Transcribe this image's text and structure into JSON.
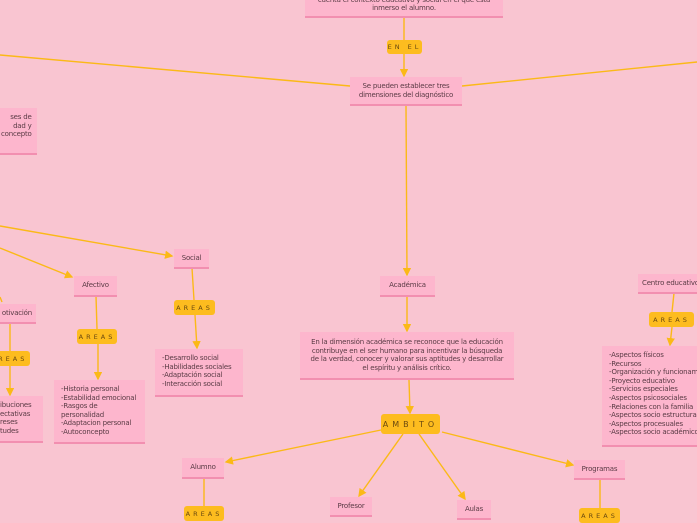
{
  "colors": {
    "background": "#f9c5d1",
    "node": "#fdb6cd",
    "label": "#fdbc1f",
    "connector": "#fbb917"
  },
  "nodes": {
    "top": "cuenta el contexto educativo y social en el que está inmerso el alumno.",
    "dimensions": "Se pueden establecer tres dimensiones del diagnóstico",
    "left_cut": "ses de\ndad y\nconcepto",
    "academica": "Académica",
    "academica_desc": "En la dimensión académica se reconoce que la educación contribuye en el ser humano para incentivar la búsqueda de la verdad, conocer y valorar sus aptitudes y desarrollar el espíritu y análisis crítico.",
    "alumno": "Alumno",
    "profesor": "Profesor",
    "aulas": "Aulas",
    "programas": "Programas",
    "centro": "Centro educativo",
    "centro_list": "-Aspectos físicos\n-Recursos\n-Organización y funcionamiento\n-Proyecto educativo\n-Servicios especiales\n-Aspectos psicosociales\n-Relaciones con la familia\n-Aspectos socio estructurales\n-Aspectos procesuales\n-Aspectos socio académicos",
    "social": "Social",
    "social_list": "-Desarrollo social\n-Habilidades sociales\n-Adaptación social\n-Interacción social",
    "afectivo": "Afectivo",
    "afectivo_list": "-Historia personal\n-Estabilidad emocional     -Rasgos de personalidad\n-Adaptacion personal\n-Autoconcepto",
    "motivacion": "otivación",
    "motivacion_list": "ibuciones\nectativas\nreses\ntudes"
  },
  "labels": {
    "enel": "EN EL",
    "ambito": "AMBITO",
    "areas": "AREAS"
  }
}
